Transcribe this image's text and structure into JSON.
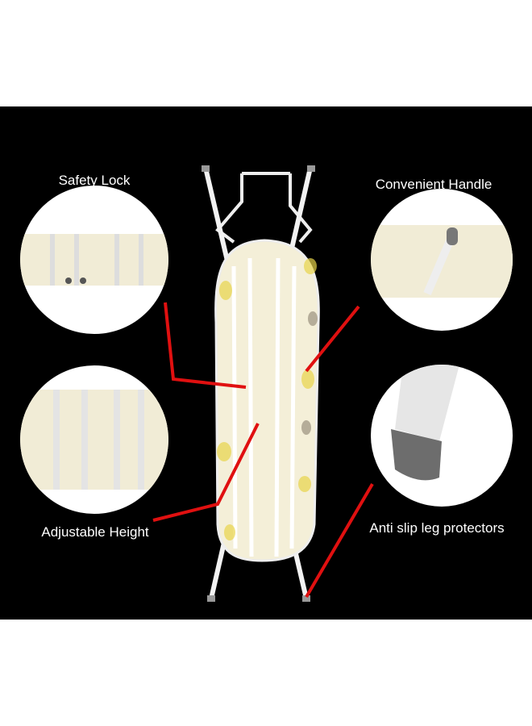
{
  "callouts": {
    "safety_lock": "Safety Lock",
    "convenient_handle": "Convenient Handle",
    "adjustable_height": "Adjustable Height",
    "anti_slip": "Anti slip leg protectors"
  },
  "colors": {
    "background": "#000000",
    "pointer": "#e01010",
    "cover": "#f4efd8",
    "accent": "#e8d44a"
  }
}
